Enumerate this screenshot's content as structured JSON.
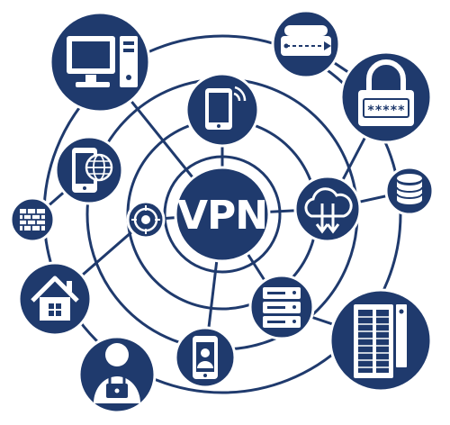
{
  "center": {
    "label": "VPN"
  },
  "password_mask": "*****",
  "colors": {
    "navy": "#1f3a6d",
    "white": "#ffffff"
  },
  "nodes": [
    {
      "id": "computer",
      "icon": "desktop-computer-icon"
    },
    {
      "id": "drive",
      "icon": "hard-drive-icon"
    },
    {
      "id": "lock",
      "icon": "padlock-password-icon"
    },
    {
      "id": "tablet",
      "icon": "tablet-wifi-icon"
    },
    {
      "id": "phone-globe",
      "icon": "phone-globe-icon"
    },
    {
      "id": "firewall",
      "icon": "brick-wall-icon"
    },
    {
      "id": "target",
      "icon": "target-icon"
    },
    {
      "id": "cloud",
      "icon": "cloud-sync-icon"
    },
    {
      "id": "database",
      "icon": "database-icon"
    },
    {
      "id": "home",
      "icon": "house-icon"
    },
    {
      "id": "server",
      "icon": "server-rack-icon"
    },
    {
      "id": "datacenter",
      "icon": "datacenter-tower-icon"
    },
    {
      "id": "mobile-user",
      "icon": "mobile-user-icon"
    },
    {
      "id": "user-lock",
      "icon": "user-lock-icon"
    }
  ]
}
